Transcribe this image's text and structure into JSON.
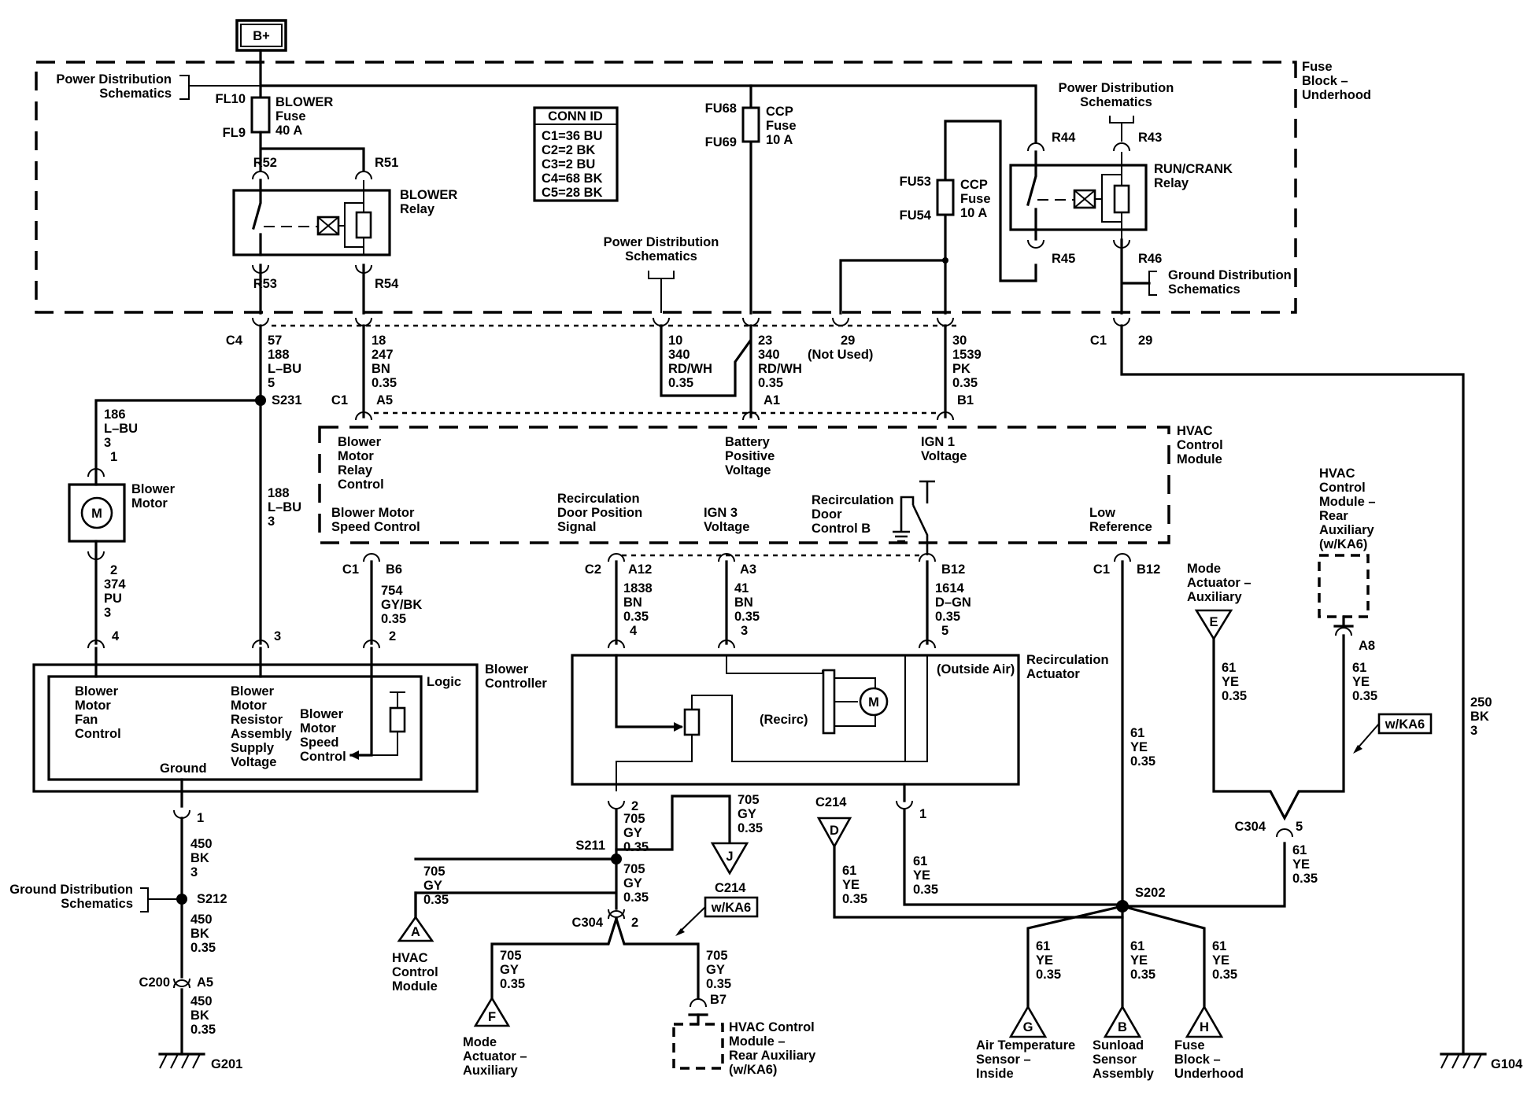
{
  "power": "B+",
  "fuse_block": [
    "Fuse",
    "Block –",
    "Underhood"
  ],
  "pds_left": [
    "Power Distribution",
    "Schematics"
  ],
  "pds_mid": [
    "Power Distribution",
    "Schematics"
  ],
  "pds_right": [
    "Power Distribution",
    "Schematics"
  ],
  "gds_right": [
    "Ground Distribution",
    "Schematics"
  ],
  "gds_left": [
    "Ground Distribution",
    "Schematics"
  ],
  "fl10": "FL10",
  "fl9": "FL9",
  "blower_fuse": [
    "BLOWER",
    "Fuse",
    "40 A"
  ],
  "fu68": "FU68",
  "fu69": "FU69",
  "ccp_fuse_1": [
    "CCP",
    "Fuse",
    "10 A"
  ],
  "fu53": "FU53",
  "fu54": "FU54",
  "ccp_fuse_2": [
    "CCP",
    "Fuse",
    "10 A"
  ],
  "conn_id": {
    "title": "CONN ID",
    "rows": [
      "C1=36 BU",
      "C2=2 BK",
      "C3=2 BU",
      "C4=68 BK",
      "C5=28 BK"
    ]
  },
  "blower_relay": [
    "BLOWER",
    "Relay"
  ],
  "runcrank_relay": [
    "RUN/CRANK",
    "Relay"
  ],
  "terminals": {
    "r52": "R52",
    "r51": "R51",
    "r53": "R53",
    "r54": "R54",
    "r44": "R44",
    "r43": "R43",
    "r45": "R45",
    "r46": "R46"
  },
  "c4": "C4",
  "c1_top": "C1",
  "c1_29": "29",
  "w57": [
    "57",
    "188",
    "L–BU",
    "5"
  ],
  "w18": [
    "18",
    "247",
    "BN",
    "0.35"
  ],
  "w10": [
    "10",
    "340",
    "RD/WH",
    "0.35"
  ],
  "w23": [
    "23",
    "340",
    "RD/WH",
    "0.35"
  ],
  "w29": [
    "29",
    "(Not Used)"
  ],
  "w30": [
    "30",
    "1539",
    "PK",
    "0.35"
  ],
  "c1_a5": [
    "C1",
    "A5"
  ],
  "a1": "A1",
  "b1": "B1",
  "s231": "S231",
  "w186a": [
    "186",
    "L–BU",
    "3",
    "1"
  ],
  "w188b": [
    "188",
    "L–BU",
    "3"
  ],
  "blower_motor": [
    "Blower",
    "Motor"
  ],
  "motor_m": "M",
  "hvac_module": [
    "HVAC",
    "Control",
    "Module"
  ],
  "hvac_labels": {
    "bmrc": [
      "Blower",
      "Motor",
      "Relay",
      "Control"
    ],
    "bpv": [
      "Battery",
      "Positive",
      "Voltage"
    ],
    "ign1": [
      "IGN 1",
      "Voltage"
    ],
    "bmsc": [
      "Blower Motor",
      "Speed Control"
    ],
    "rdps": [
      "Recirculation",
      "Door Position",
      "Signal"
    ],
    "ign3": [
      "IGN 3",
      "Voltage"
    ],
    "rdcb": [
      "Recirculation",
      "Door",
      "Control B"
    ],
    "lowref": [
      "Low",
      "Reference"
    ]
  },
  "c1_b6": [
    "C1",
    "B6"
  ],
  "c2_a12": [
    "C2",
    "A12"
  ],
  "a3": "A3",
  "b12_top": "B12",
  "c1_b12": [
    "C1",
    "B12"
  ],
  "w374": [
    "2",
    "374",
    "PU",
    "3"
  ],
  "w754": [
    "754",
    "GY/BK",
    "0.35"
  ],
  "w1838": [
    "1838",
    "BN",
    "0.35",
    "4"
  ],
  "w41": [
    "41",
    "BN",
    "0.35",
    "3"
  ],
  "w1614": [
    "1614",
    "D–GN",
    "0.35",
    "5"
  ],
  "pin4": "4",
  "pin3": "3",
  "pin2": "2",
  "blower_controller": [
    "Blower",
    "Controller"
  ],
  "logic": "Logic",
  "bc_labels": {
    "fan": [
      "Blower",
      "Motor",
      "Fan",
      "Control"
    ],
    "resistor": [
      "Blower",
      "Motor",
      "Resistor",
      "Assembly",
      "Supply",
      "Voltage"
    ],
    "speed": [
      "Blower",
      "Motor",
      "Speed",
      "Control"
    ],
    "ground": "Ground"
  },
  "recirc_actuator": [
    "Recirculation",
    "Actuator"
  ],
  "outside_air": "(Outside Air)",
  "recirc": "(Recirc)",
  "ra_pin2": "2",
  "ra_pin1": "1",
  "w450a": [
    "1",
    "450",
    "BK",
    "3"
  ],
  "s212": "S212",
  "w450b": [
    "450",
    "BK",
    "0.35"
  ],
  "c200": [
    "C200",
    "A5"
  ],
  "w450c": [
    "450",
    "BK",
    "0.35"
  ],
  "g201": "G201",
  "w705_main": [
    "705",
    "GY",
    "0.35"
  ],
  "s211": "S211",
  "w705_right": [
    "705",
    "GY",
    "0.35"
  ],
  "w705_left": [
    "705",
    "GY",
    "0.35"
  ],
  "w705_down": [
    "705",
    "GY",
    "0.35"
  ],
  "c304_mid": [
    "C304",
    "2"
  ],
  "w705_f": [
    "705",
    "GY",
    "0.35"
  ],
  "w705_b7": [
    "705",
    "GY",
    "0.35",
    "B7"
  ],
  "wka6_1": "w/KA6",
  "wka6_2": "w/KA6",
  "c214_j": "C214",
  "c214_d": "C214",
  "conn_letters": {
    "a": "A",
    "j": "J",
    "f": "F",
    "d": "D",
    "e": "E",
    "g": "G",
    "b": "B",
    "h": "H"
  },
  "dest_a": [
    "HVAC",
    "Control",
    "Module"
  ],
  "dest_f": [
    "Mode",
    "Actuator –",
    "Auxiliary"
  ],
  "dest_rear": [
    "HVAC Control",
    "Module –",
    "Rear Auxiliary",
    "(w/KA6)"
  ],
  "mode_aux": [
    "Mode",
    "Actuator –",
    "Auxiliary"
  ],
  "rear_aux": [
    "HVAC",
    "Control",
    "Module –",
    "Rear",
    "Auxiliary",
    "(w/KA6)"
  ],
  "a8": "A8",
  "w61_ra": [
    "61",
    "YE",
    "0.35"
  ],
  "w61_e": [
    "61",
    "YE",
    "0.35"
  ],
  "w61_a8": [
    "61",
    "YE",
    "0.35"
  ],
  "w61_main": [
    "61",
    "YE",
    "0.35"
  ],
  "w61_d": [
    "61",
    "YE",
    "0.35"
  ],
  "c304_right": [
    "C304",
    "5"
  ],
  "w61_c304": [
    "61",
    "YE",
    "0.35"
  ],
  "s202": "S202",
  "w61_g": [
    "61",
    "YE",
    "0.35"
  ],
  "w61_b": [
    "61",
    "YE",
    "0.35"
  ],
  "w61_h": [
    "61",
    "YE",
    "0.35"
  ],
  "dest_g": [
    "Air Temperature",
    "Sensor –",
    "Inside"
  ],
  "dest_b": [
    "Sunload",
    "Sensor",
    "Assembly"
  ],
  "dest_h": [
    "Fuse",
    "Block –",
    "Underhood"
  ],
  "w250": [
    "250",
    "BK",
    "3"
  ],
  "g104": "G104"
}
